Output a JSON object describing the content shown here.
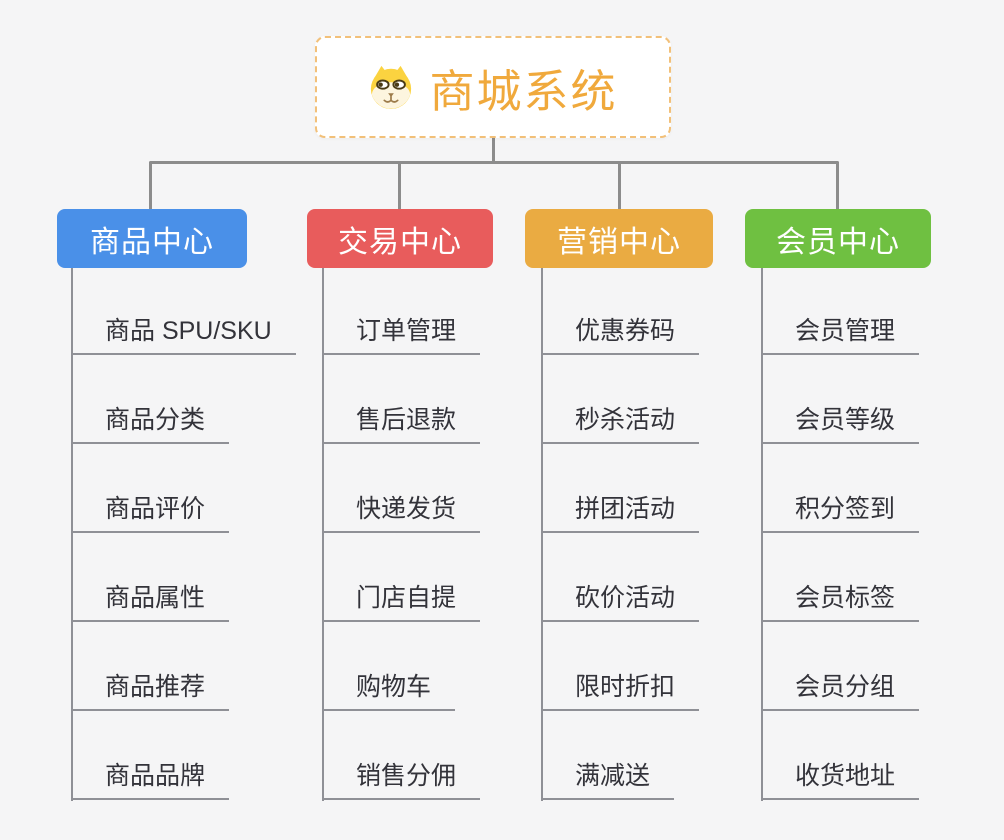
{
  "root": {
    "title": "商城系统",
    "icon": "doge-face-icon",
    "accent_color": "#F0A93C",
    "border_color": "#F2C079"
  },
  "branches": [
    {
      "label": "商品中心",
      "color": "#4A90E8",
      "children": [
        "商品 SPU/SKU",
        "商品分类",
        "商品评价",
        "商品属性",
        "商品推荐",
        "商品品牌"
      ]
    },
    {
      "label": "交易中心",
      "color": "#E85C5C",
      "children": [
        "订单管理",
        "售后退款",
        "快递发货",
        "门店自提",
        "购物车",
        "销售分佣"
      ]
    },
    {
      "label": "营销中心",
      "color": "#EAAB42",
      "children": [
        "优惠券码",
        "秒杀活动",
        "拼团活动",
        "砍价活动",
        "限时折扣",
        "满减送"
      ]
    },
    {
      "label": "会员中心",
      "color": "#6FC041",
      "children": [
        "会员管理",
        "会员等级",
        "积分签到",
        "会员标签",
        "会员分组",
        "收货地址"
      ]
    }
  ],
  "style": {
    "background_color": "#F5F5F6",
    "connector_color": "#8C8C8C",
    "leaf_text_color": "#33333A",
    "leaf_underline_color": "#8F9096",
    "header_text_color": "#FFFFFF"
  }
}
